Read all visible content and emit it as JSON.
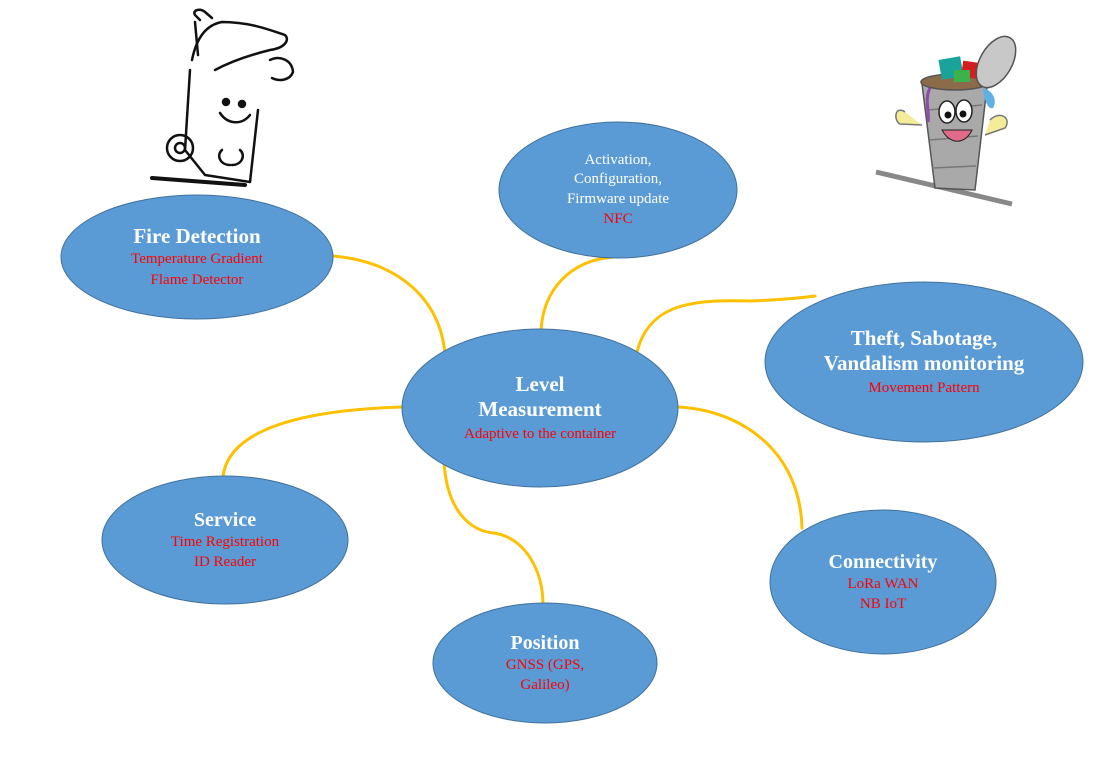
{
  "colors": {
    "node_fill": "#5b9bd5",
    "node_stroke": "#41719c",
    "connector": "#ffc000",
    "title_text": "#ffffff",
    "sub_text": "#ff0000"
  },
  "center": {
    "title_lines": [
      "Level",
      "Measurement"
    ],
    "sub_lines": [
      "Adaptive to the container"
    ]
  },
  "nodes": {
    "fire": {
      "title_lines": [
        "Fire Detection"
      ],
      "sub_lines": [
        "Temperature Gradient",
        "Flame Detector"
      ]
    },
    "nfc": {
      "desc_lines": [
        "Activation,",
        "Configuration,",
        "Firmware update"
      ],
      "sub_lines": [
        "NFC"
      ]
    },
    "theft": {
      "title_lines": [
        "Theft, Sabotage,",
        "Vandalism monitoring"
      ],
      "sub_lines": [
        "Movement Pattern"
      ]
    },
    "service": {
      "title_lines": [
        "Service"
      ],
      "sub_lines": [
        "Time Registration",
        "ID Reader"
      ]
    },
    "position": {
      "title_lines": [
        "Position"
      ],
      "sub_lines": [
        "GNSS (GPS,",
        "Galileo)"
      ]
    },
    "connectivity": {
      "title_lines": [
        "Connectivity"
      ],
      "sub_lines": [
        "LoRa WAN",
        "NB IoT"
      ]
    }
  },
  "illustrations": {
    "left": "recycling-bin-mascot-line-drawing",
    "right": "trash-can-mascot-color"
  }
}
